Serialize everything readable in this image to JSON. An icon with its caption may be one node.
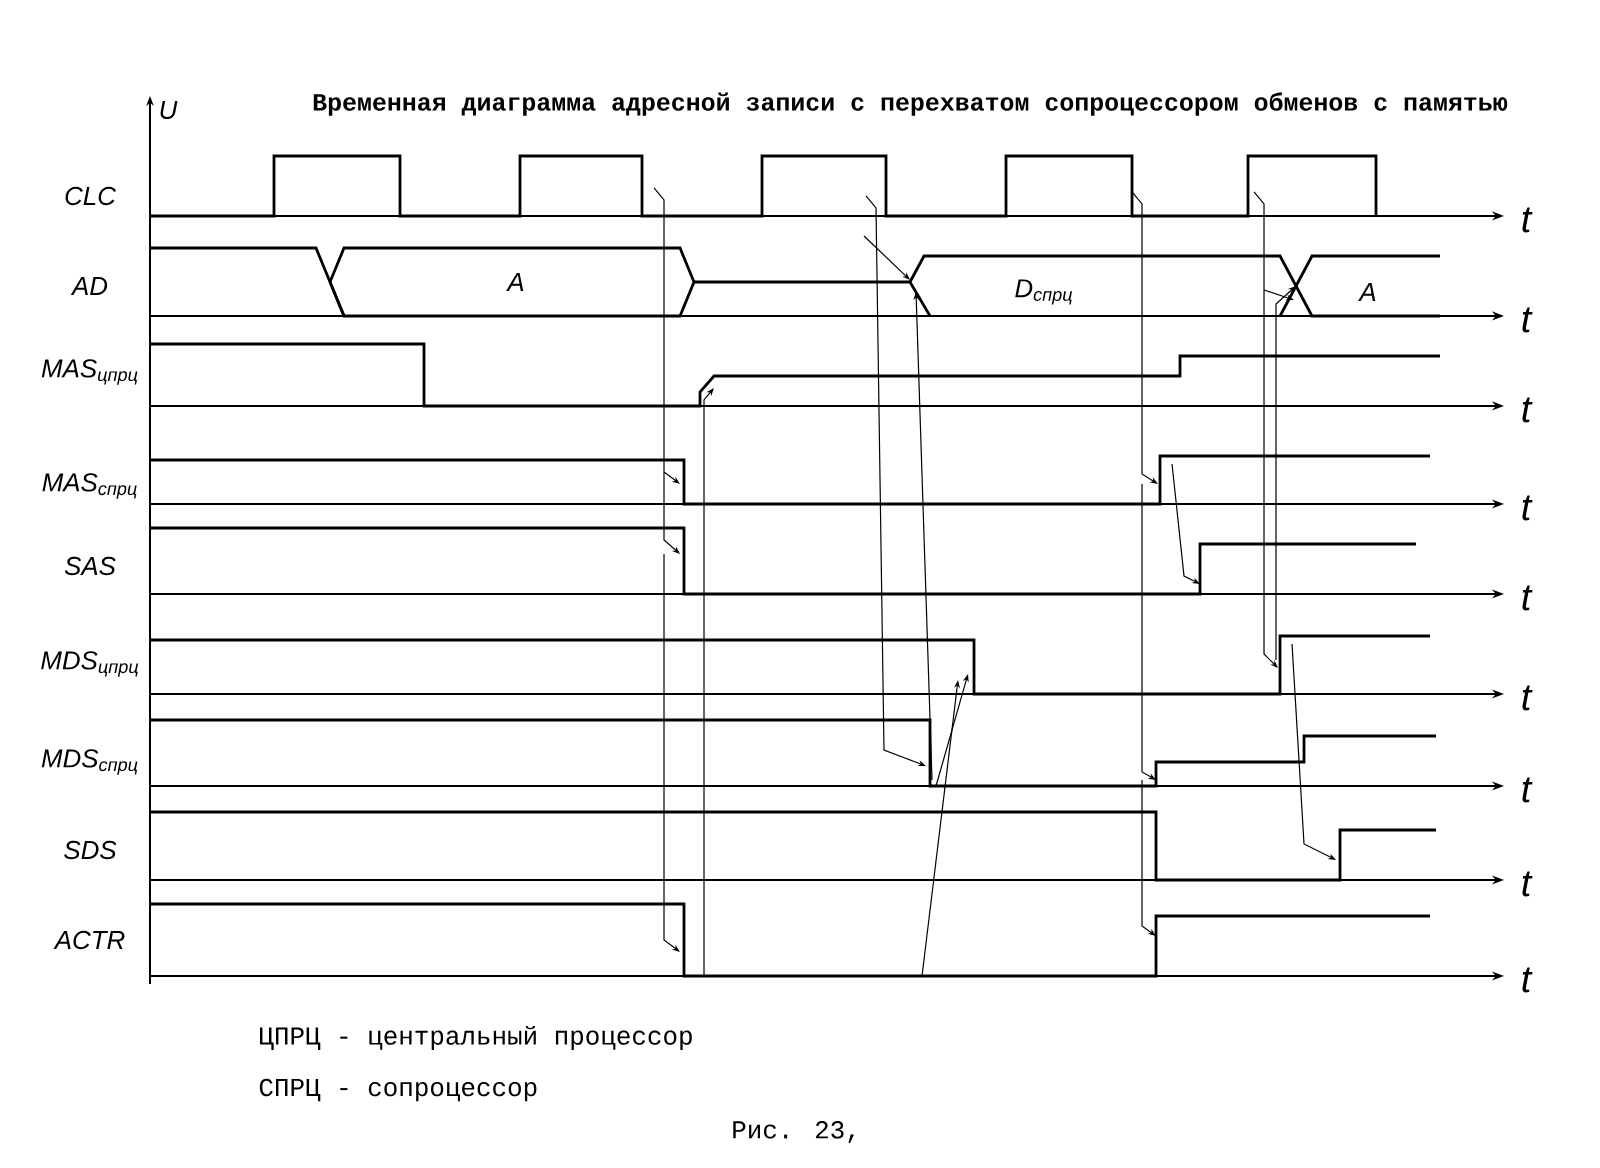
{
  "diagram": {
    "title": "Временная диаграмма адресной записи с перехватом сопроцессором обменов с памятью",
    "caption": "Рис. 23,",
    "labels": [
      "U",
      "CLC",
      "t",
      "AD",
      "A",
      "D$_{спрц}$",
      "A",
      "t",
      "MAS$_{цпрц}$",
      "t",
      "MAS$_{спрц}$",
      "t",
      "SAS",
      "t",
      "MDS$_{цпрц}$",
      "t",
      "MDS$_{спрц}$",
      "t",
      "SDS",
      "t",
      "ACTR",
      "t",
      "ЦПРЦ - центральный процессор",
      "СПРЦ - сопроцессор"
    ]
  }
}
